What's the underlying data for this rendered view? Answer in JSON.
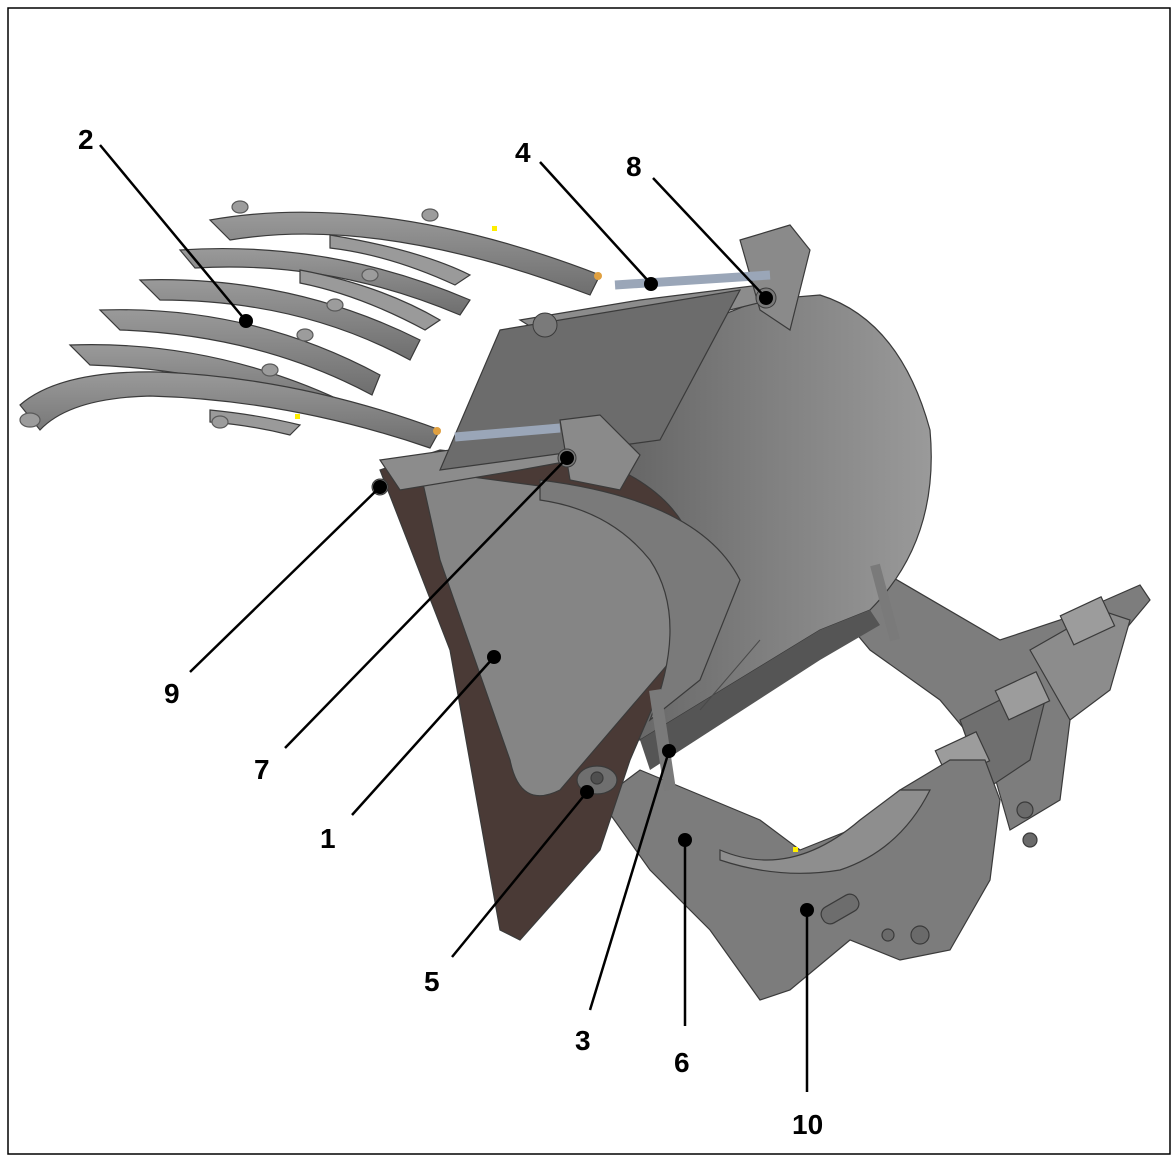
{
  "colors": {
    "frame": "#000000",
    "metal_light": "#8a8a8a",
    "metal_mid": "#7a7a7a",
    "metal_dark": "#5e5e5e",
    "wear_plate": "#4a3a36",
    "cylinder": "#9aa6b8",
    "label": "#000000"
  },
  "callouts": [
    "1",
    "2",
    "3",
    "4",
    "5",
    "6",
    "7",
    "8",
    "9",
    "10"
  ]
}
